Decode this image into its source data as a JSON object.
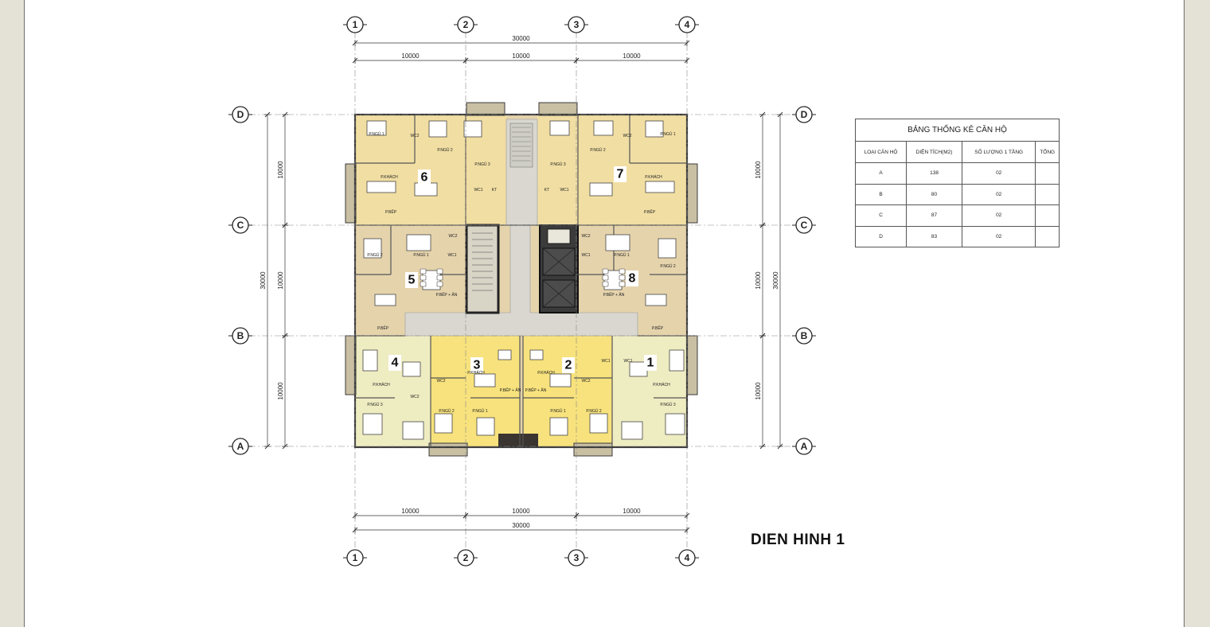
{
  "floor_title": "DIEN HINH 1",
  "grid": {
    "columns": [
      "1",
      "2",
      "3",
      "4"
    ],
    "rows": [
      "D",
      "C",
      "B",
      "A"
    ]
  },
  "dimensions": {
    "bay": "10000",
    "total": "30000"
  },
  "units": [
    "1",
    "2",
    "3",
    "4",
    "5",
    "6",
    "7",
    "8"
  ],
  "room_labels": {
    "bed1": "P.NGỦ 1",
    "bed2": "P.NGỦ 2",
    "bed3": "P.NGỦ 3",
    "living": "P.KHÁCH",
    "kitchen": "P.BẾP",
    "kitchen_dining": "P.BẾP + ĂN",
    "wc1": "WC1",
    "wc2": "WC2",
    "kt": "KT"
  },
  "stats_table": {
    "title": "BẢNG THỐNG KÊ CĂN HỘ",
    "headers": [
      "LOẠI CĂN HỘ",
      "DIỆN TÍCH(M2)",
      "SỐ LƯỢNG 1 TẦNG",
      "TỔNG"
    ],
    "rows": [
      [
        "A",
        "138",
        "02",
        ""
      ],
      [
        "B",
        "80",
        "02",
        ""
      ],
      [
        "C",
        "87",
        "02",
        ""
      ],
      [
        "D",
        "83",
        "02",
        ""
      ]
    ]
  },
  "colors": {
    "unit_tan": "#f1dea3",
    "unit_yellow": "#f7e27d",
    "unit_light": "#eeecc1",
    "unit_beige": "#e5d3ac",
    "corridor": "#d9d7d0",
    "wall": "#3a3a3a"
  }
}
